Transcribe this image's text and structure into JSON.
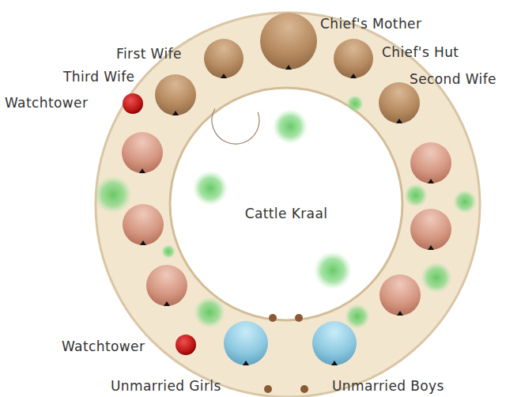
{
  "diagram": {
    "nodes": [
      {
        "text": [
          "Chief's Mother"
        ]
      },
      {
        "text": [
          "First Wife"
        ]
      },
      {
        "text": [
          "Chief's Hut"
        ]
      },
      {
        "text": [
          "Third Wife"
        ]
      },
      {
        "text": [
          "Second Wife"
        ]
      },
      {
        "text": [
          "Watchtower"
        ]
      },
      {
        "text": [
          "Cattle Kraal"
        ]
      },
      {
        "text": [
          "Watchtower"
        ]
      },
      {
        "text": [
          "Unmarried Girls"
        ]
      },
      {
        "text": [
          "Unmarried Boys"
        ]
      }
    ]
  }
}
